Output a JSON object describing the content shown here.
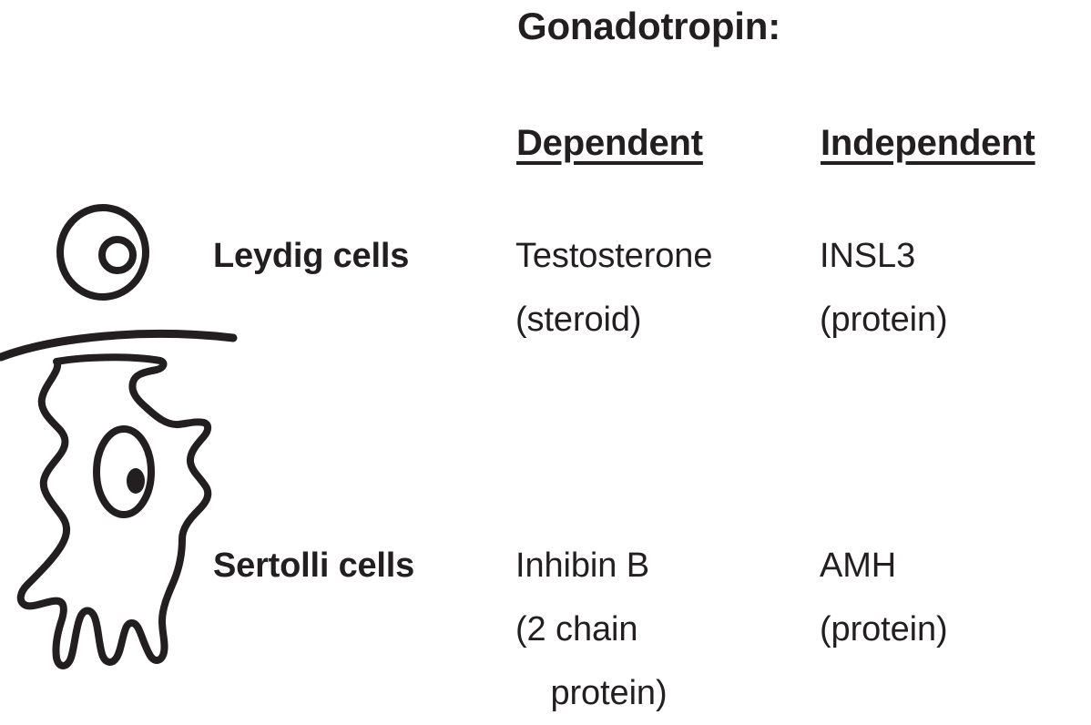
{
  "figure": {
    "title": "Gonadotropin:",
    "ink_color": "#231f20",
    "background_color": "#ffffff",
    "columns": [
      {
        "id": "dependent",
        "label": "Dependent",
        "underlined": true
      },
      {
        "id": "independent",
        "label": "Independent",
        "underlined": true
      }
    ],
    "rows": [
      {
        "id": "leydig",
        "label": "Leydig cells",
        "icon": "leydig-cell-icon",
        "dependent": [
          "Testosterone",
          "(steroid)"
        ],
        "independent": [
          "INSL3",
          "(protein)"
        ]
      },
      {
        "id": "sertolli",
        "label": "Sertolli cells",
        "icon": "sertoli-cell-icon",
        "dependent": [
          "Inhibin B",
          "(2 chain",
          " protein)"
        ],
        "independent": [
          "AMH",
          "(protein)"
        ]
      }
    ],
    "illustration": {
      "leydig_cell": "circular cell with round nucleus",
      "basement_membrane": "curved line",
      "sertoli_cell": "irregular columnar cell with oval nucleus, nucleolus and basal foot processes"
    }
  }
}
